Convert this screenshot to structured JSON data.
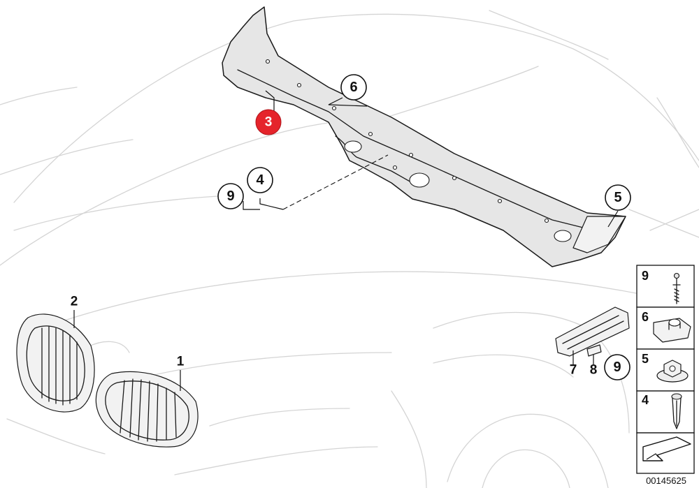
{
  "diagram": {
    "callouts": [
      {
        "id": "callout-6",
        "label": "6"
      },
      {
        "id": "callout-4",
        "label": "4"
      },
      {
        "id": "callout-9-top",
        "label": "9"
      },
      {
        "id": "callout-5",
        "label": "5"
      },
      {
        "id": "callout-9-bottom",
        "label": "9"
      }
    ],
    "highlighted_callout": {
      "label": "3",
      "color": "#e5242b"
    },
    "plain_labels": [
      {
        "id": "label-2",
        "text": "2"
      },
      {
        "id": "label-1",
        "text": "1"
      },
      {
        "id": "label-7",
        "text": "7"
      },
      {
        "id": "label-8",
        "text": "8"
      }
    ],
    "legend": [
      {
        "label": "9",
        "icon": "screw-icon"
      },
      {
        "label": "6",
        "icon": "clip-nut-icon"
      },
      {
        "label": "5",
        "icon": "hex-nut-icon"
      },
      {
        "label": "4",
        "icon": "expanding-rivet-icon"
      },
      {
        "icon": "arrow-icon"
      }
    ],
    "document_number": "00145625",
    "colors": {
      "line": "#1a1a1a",
      "ghost": "#d4d4d4",
      "part_fill": "#e6e6e6",
      "highlight": "#e5242b"
    }
  }
}
